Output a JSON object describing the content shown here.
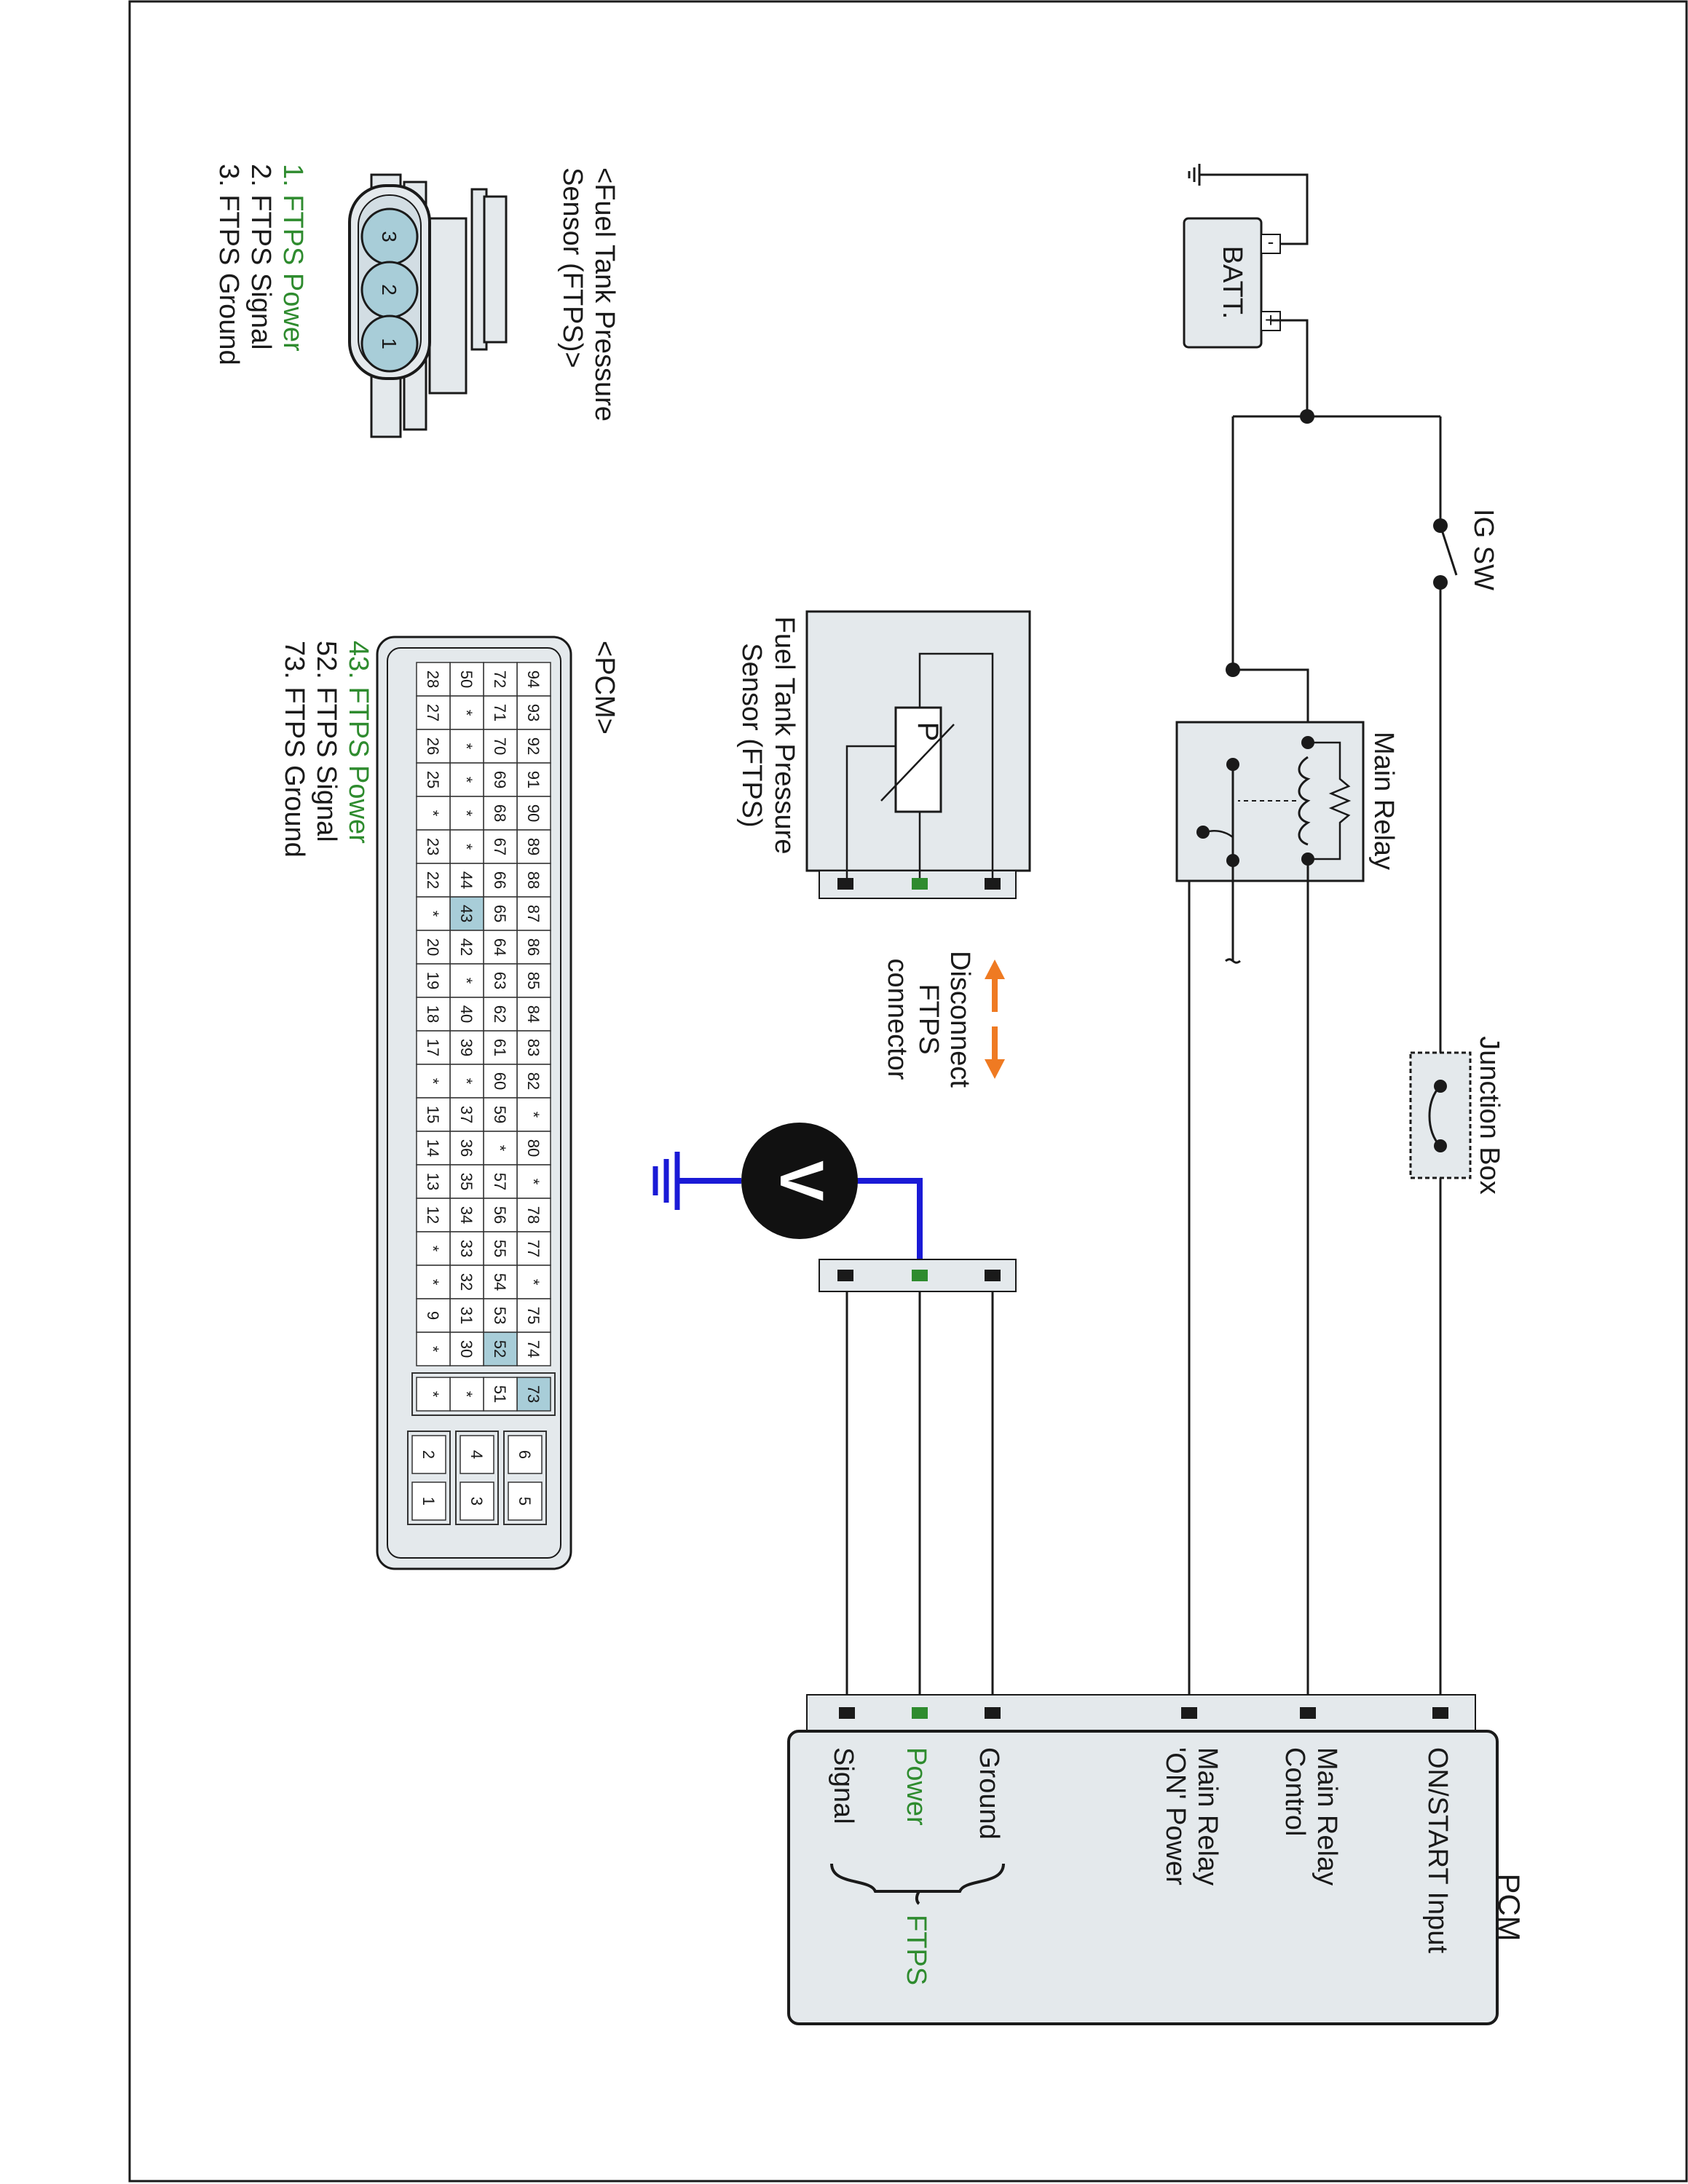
{
  "colors": {
    "accent_green": "#2e8b2e",
    "probe_blue": "#1a1ad6",
    "arrow_orange": "#ef7a22",
    "panel_fill": "#e4e9ec",
    "pin_highlight": "#a8cdd8"
  },
  "battery": {
    "label": "BATT.",
    "minus": "-",
    "plus": "+"
  },
  "ig_sw": {
    "label": "IG SW"
  },
  "main_relay": {
    "label": "Main Relay"
  },
  "junction_box": {
    "label": "Junction Box"
  },
  "sensor_box": {
    "label_line1": "Fuel Tank Pressure",
    "label_line2": "Sensor (FTPS)",
    "symbol": "P"
  },
  "disconnect_note": {
    "line1": "Disconnect",
    "line2": "FTPS",
    "line3": "connector"
  },
  "voltmeter": {
    "symbol": "V"
  },
  "pcm": {
    "title": "PCM",
    "pins": [
      {
        "label_line1": "ON/START Input",
        "label_line2": ""
      },
      {
        "label_line1": "Main Relay",
        "label_line2": "Control"
      },
      {
        "label_line1": "Main Relay",
        "label_line2": "'ON' Power"
      },
      {
        "label_line1": "Ground",
        "label_line2": ""
      },
      {
        "label_line1": "Power",
        "label_line2": ""
      },
      {
        "label_line1": "Signal",
        "label_line2": ""
      }
    ],
    "group_label": "FTPS"
  },
  "ftps_connector": {
    "title_line1": "<Fuel Tank Pressure",
    "title_line2": "Sensor (FTPS)>",
    "pins": [
      "3",
      "2",
      "1"
    ],
    "legend": [
      "1. FTPS Power",
      "2. FTPS Signal",
      "3. FTPS Ground"
    ]
  },
  "pcm_connector": {
    "title": "<PCM>",
    "rows": [
      [
        "94",
        "93",
        "92",
        "91",
        "90",
        "89",
        "88",
        "87",
        "86",
        "85",
        "84",
        "83",
        "82",
        "*",
        "80",
        "*",
        "78",
        "77",
        "*",
        "75",
        "74"
      ],
      [
        "72",
        "71",
        "70",
        "69",
        "68",
        "67",
        "66",
        "65",
        "64",
        "63",
        "62",
        "61",
        "60",
        "59",
        "*",
        "57",
        "56",
        "55",
        "54",
        "53",
        "52"
      ],
      [
        "50",
        "*",
        "*",
        "*",
        "*",
        "*",
        "44",
        "43",
        "42",
        "*",
        "40",
        "39",
        "*",
        "37",
        "36",
        "35",
        "34",
        "33",
        "32",
        "31",
        "30"
      ],
      [
        "28",
        "27",
        "26",
        "25",
        "*",
        "23",
        "22",
        "*",
        "20",
        "19",
        "18",
        "17",
        "*",
        "15",
        "14",
        "13",
        "12",
        "*",
        "*",
        "9",
        "*"
      ]
    ],
    "extra_column": [
      "73",
      "51",
      "*",
      "*"
    ],
    "small_pins": [
      [
        "6",
        "5"
      ],
      [
        "4",
        "3"
      ],
      [
        "2",
        "1"
      ]
    ],
    "highlighted": [
      "43",
      "52",
      "73"
    ],
    "legend": [
      "43. FTPS Power",
      "52. FTPS Signal",
      "73. FTPS Ground"
    ]
  }
}
